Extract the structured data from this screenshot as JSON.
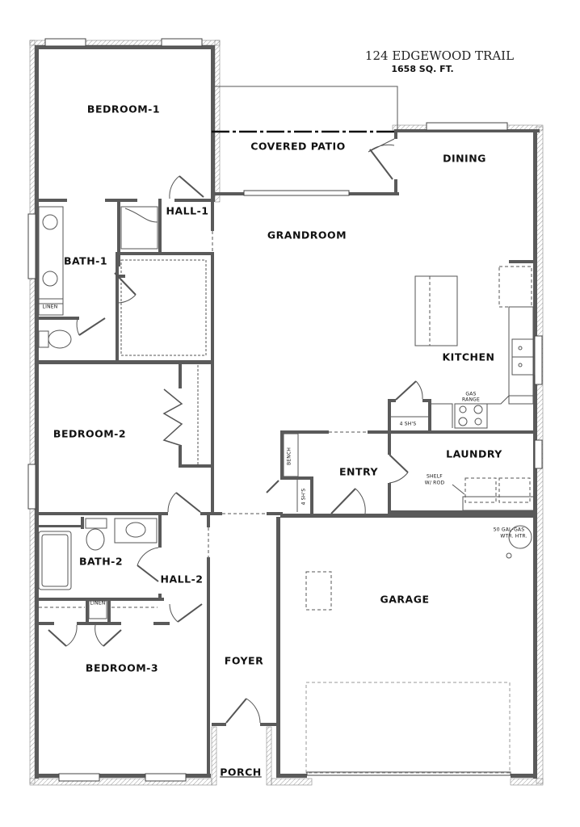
{
  "header": {
    "address": "124 EDGEWOOD TRAIL",
    "area": "1658 SQ. FT."
  },
  "rooms": [
    {
      "id": "bedroom-1",
      "label": "BEDROOM-1"
    },
    {
      "id": "covered-patio",
      "label": "COVERED PATIO"
    },
    {
      "id": "dining",
      "label": "DINING"
    },
    {
      "id": "hall-1",
      "label": "HALL-1"
    },
    {
      "id": "grandroom",
      "label": "GRANDROOM"
    },
    {
      "id": "bath-1",
      "label": "BATH-1"
    },
    {
      "id": "kitchen",
      "label": "KITCHEN"
    },
    {
      "id": "bedroom-2",
      "label": "BEDROOM-2"
    },
    {
      "id": "entry",
      "label": "ENTRY"
    },
    {
      "id": "laundry",
      "label": "LAUNDRY"
    },
    {
      "id": "bath-2",
      "label": "BATH-2"
    },
    {
      "id": "hall-2",
      "label": "HALL-2"
    },
    {
      "id": "garage",
      "label": "GARAGE"
    },
    {
      "id": "bedroom-3",
      "label": "BEDROOM-3"
    },
    {
      "id": "foyer",
      "label": "FOYER"
    },
    {
      "id": "porch",
      "label": "PORCH"
    }
  ],
  "annotations": {
    "linen_1": "LINEN",
    "linen_2": "LINEN",
    "gas_range": "GAS",
    "gas_range_2": "RANGE",
    "shelves_kitchen": "4 SH'S",
    "shelves_entry": "4 SH'S",
    "bench": "BENCH",
    "shelf_rod_1": "SHELF",
    "shelf_rod_2": "W/ ROD",
    "water_heater_1": "50 GAL-GAS",
    "water_heater_2": "WTR. HTR."
  },
  "colors": {
    "wall": "#5a5a5a",
    "line": "#333333",
    "hatch": "#9a9a9a",
    "background": "#ffffff"
  }
}
